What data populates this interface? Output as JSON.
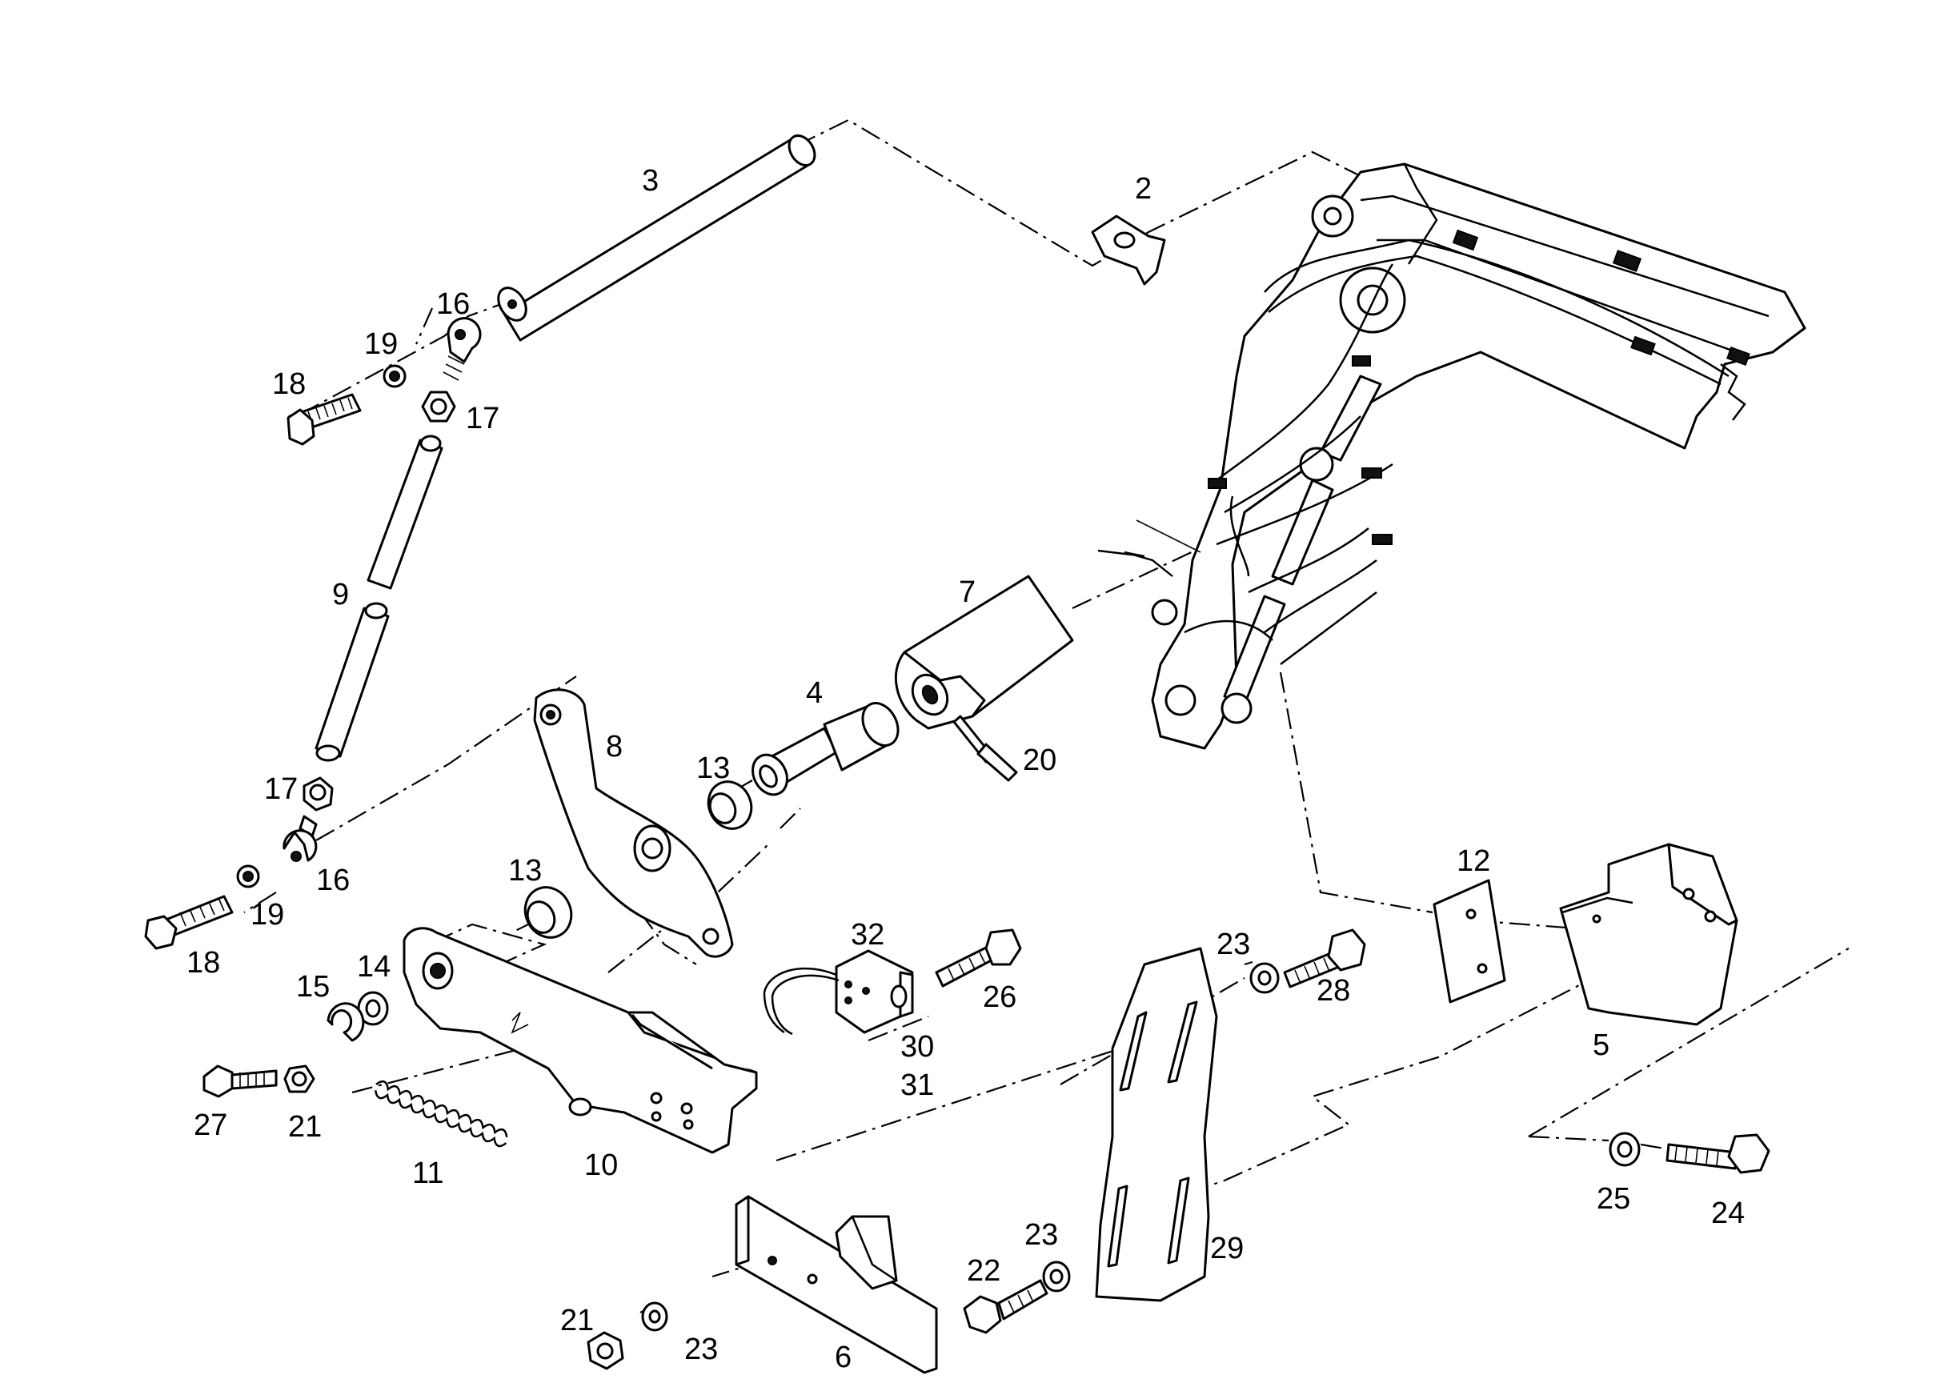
{
  "diagram": {
    "labels": [
      {
        "id": "label-3",
        "text": "3"
      },
      {
        "id": "label-2",
        "text": "2"
      },
      {
        "id": "label-16a",
        "text": "16"
      },
      {
        "id": "label-19a",
        "text": "19"
      },
      {
        "id": "label-18a",
        "text": "18"
      },
      {
        "id": "label-17a",
        "text": "17"
      },
      {
        "id": "label-9",
        "text": "9"
      },
      {
        "id": "label-7",
        "text": "7"
      },
      {
        "id": "label-4",
        "text": "4"
      },
      {
        "id": "label-8",
        "text": "8"
      },
      {
        "id": "label-13a",
        "text": "13"
      },
      {
        "id": "label-20",
        "text": "20"
      },
      {
        "id": "label-17b",
        "text": "17"
      },
      {
        "id": "label-16b",
        "text": "16"
      },
      {
        "id": "label-19b",
        "text": "19"
      },
      {
        "id": "label-18b",
        "text": "18"
      },
      {
        "id": "label-13b",
        "text": "13"
      },
      {
        "id": "label-14",
        "text": "14"
      },
      {
        "id": "label-15",
        "text": "15"
      },
      {
        "id": "label-32",
        "text": "32"
      },
      {
        "id": "label-26",
        "text": "26"
      },
      {
        "id": "label-30",
        "text": "30"
      },
      {
        "id": "label-31",
        "text": "31"
      },
      {
        "id": "label-27",
        "text": "27"
      },
      {
        "id": "label-21a",
        "text": "21"
      },
      {
        "id": "label-11",
        "text": "11"
      },
      {
        "id": "label-10",
        "text": "10"
      },
      {
        "id": "label-12",
        "text": "12"
      },
      {
        "id": "label-5",
        "text": "5"
      },
      {
        "id": "label-23a",
        "text": "23"
      },
      {
        "id": "label-28",
        "text": "28"
      },
      {
        "id": "label-25",
        "text": "25"
      },
      {
        "id": "label-24",
        "text": "24"
      },
      {
        "id": "label-29",
        "text": "29"
      },
      {
        "id": "label-23b",
        "text": "23"
      },
      {
        "id": "label-22",
        "text": "22"
      },
      {
        "id": "label-21b",
        "text": "21"
      },
      {
        "id": "label-23c",
        "text": "23"
      },
      {
        "id": "label-6",
        "text": "6"
      }
    ]
  }
}
